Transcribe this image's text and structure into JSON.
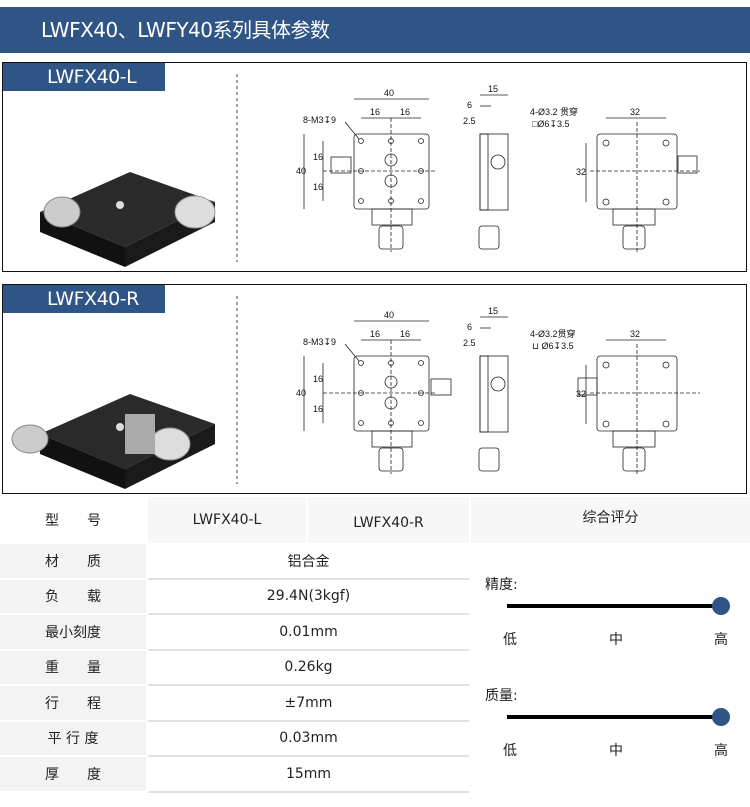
{
  "header": {
    "title": "LWFX40、LWFY40系列具体参数"
  },
  "sections": [
    {
      "tab": "LWFX40-L",
      "variant": "L",
      "drawing": {
        "w40": "40",
        "h40": "40",
        "d16a": "16",
        "d16b": "16",
        "v16a": "16",
        "v16b": "16",
        "tap": "8-M3↧9",
        "d15": "15",
        "d6": "6",
        "d25": "2.5",
        "hole1": "4-Ø3.2 贯穿",
        "hole2": "□Ø6↧3.5",
        "d32h": "32",
        "d32v": "32"
      }
    },
    {
      "tab": "LWFX40-R",
      "variant": "R",
      "drawing": {
        "w40": "40",
        "h40": "40",
        "d16a": "16",
        "d16b": "16",
        "v16a": "16",
        "v16b": "16",
        "tap": "8-M3↧9",
        "d15": "15",
        "d6": "6",
        "d25": "2.5",
        "hole1": "4-Ø3.2贯穿",
        "hole2": "⊔ Ø6↧3.5",
        "d32h": "32",
        "d32v": "32"
      }
    }
  ],
  "table": {
    "header": {
      "label": "型　　号",
      "models": [
        "LWFX40-L",
        "LWFX40-R"
      ],
      "rating": "综合评分"
    },
    "rows": [
      {
        "label": "材　　质",
        "value": "铝合金"
      },
      {
        "label": "负　　载",
        "value": "29.4N(3kgf)"
      },
      {
        "label": "最小刻度",
        "value": "0.01mm"
      },
      {
        "label": "重　　量",
        "value": "0.26kg"
      },
      {
        "label": "行　　程",
        "value": "±7mm"
      },
      {
        "label": "平 行 度",
        "value": "0.03mm"
      },
      {
        "label": "厚　　度",
        "value": "15mm"
      }
    ],
    "ratings": [
      {
        "label": "精度:",
        "level": 1.0,
        "scale": [
          "低",
          "中",
          "高"
        ]
      },
      {
        "label": "质量:",
        "level": 1.0,
        "scale": [
          "低",
          "中",
          "高"
        ]
      }
    ],
    "accent": "#2f5486"
  }
}
